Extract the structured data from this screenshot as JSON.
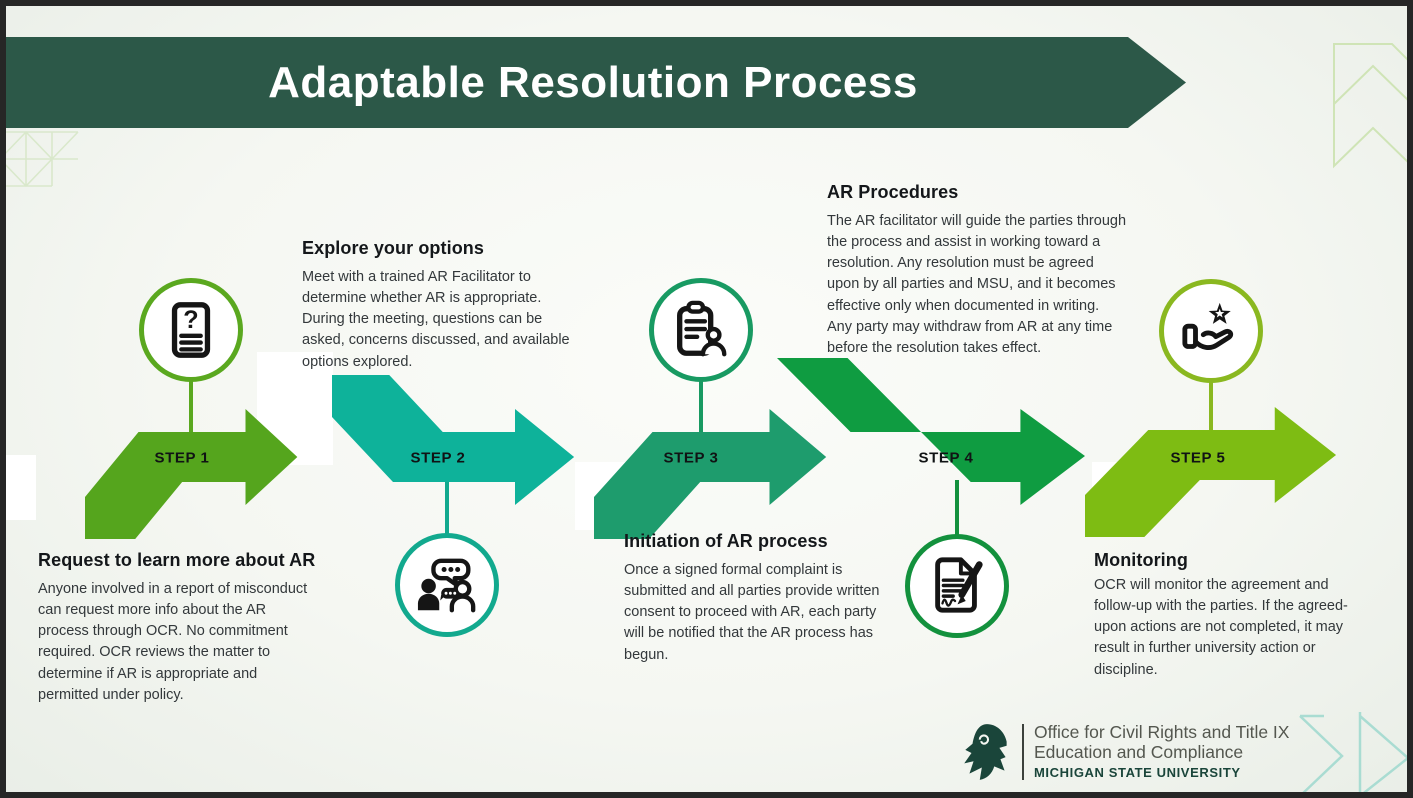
{
  "banner": {
    "title": "Adaptable Resolution Process"
  },
  "steps": [
    {
      "label": "STEP 1",
      "icon": "document-question-icon",
      "heading": "Request to learn more about AR",
      "body": "Anyone involved in a report of misconduct can request more info about the AR process through OCR. No commitment required. OCR reviews the matter to determine if AR is appropriate and permitted under policy.",
      "arrow_color": "#55a51d",
      "accent_color": "#5aa81f"
    },
    {
      "label": "STEP 2",
      "icon": "conversation-icon",
      "heading": "Explore your options",
      "body": "Meet with a trained AR Facilitator to determine whether AR is appropriate. During the meeting, questions can be asked, concerns discussed, and available options explored.",
      "arrow_color": "#0eb29a",
      "accent_color": "#12a98e"
    },
    {
      "label": "STEP 3",
      "icon": "clipboard-person-icon",
      "heading": "Initiation of AR process",
      "body": "Once a signed formal complaint is submitted and all parties provide written consent to proceed with AR, each party will be notified that the AR process has begun.",
      "arrow_color": "#1e9c6d",
      "accent_color": "#189a62"
    },
    {
      "label": "STEP 4",
      "icon": "signed-document-pen-icon",
      "heading": "AR Procedures",
      "body": "The AR facilitator will guide the parties through the process and assist in working toward a resolution. Any resolution must be agreed upon by all parties and MSU, and it becomes effective only when documented in writing. Any party may withdraw from AR at any time before the resolution takes effect.",
      "arrow_color": "#0f9c41",
      "accent_color": "#13913d"
    },
    {
      "label": "STEP 5",
      "icon": "hand-star-icon",
      "heading": "Monitoring",
      "body": "OCR will monitor the agreement and follow-up with the parties. If the agreed-upon actions are not completed, it may result in further university action or discipline.",
      "arrow_color": "#7ebc13",
      "accent_color": "#8ab820"
    }
  ],
  "footer": {
    "logo": "spartan-helmet-icon",
    "org_line1": "Office for Civil Rights and Title IX",
    "org_line2": "Education and Compliance",
    "university": "MICHIGAN STATE UNIVERSITY"
  },
  "decorations": [
    "triangle-grid-icon",
    "pentagon-chevron-icon",
    "chevron-outline-icon"
  ],
  "colors": {
    "banner": "#2c5848",
    "frame": "#262626",
    "background": "#f5f7f2",
    "title_text": "#ffffff",
    "heading_text": "#14171a",
    "body_text": "#33383b",
    "deco_green": "#d9e8cb",
    "deco_teal": "#a9dcd2",
    "msu_green": "#1a453a"
  }
}
